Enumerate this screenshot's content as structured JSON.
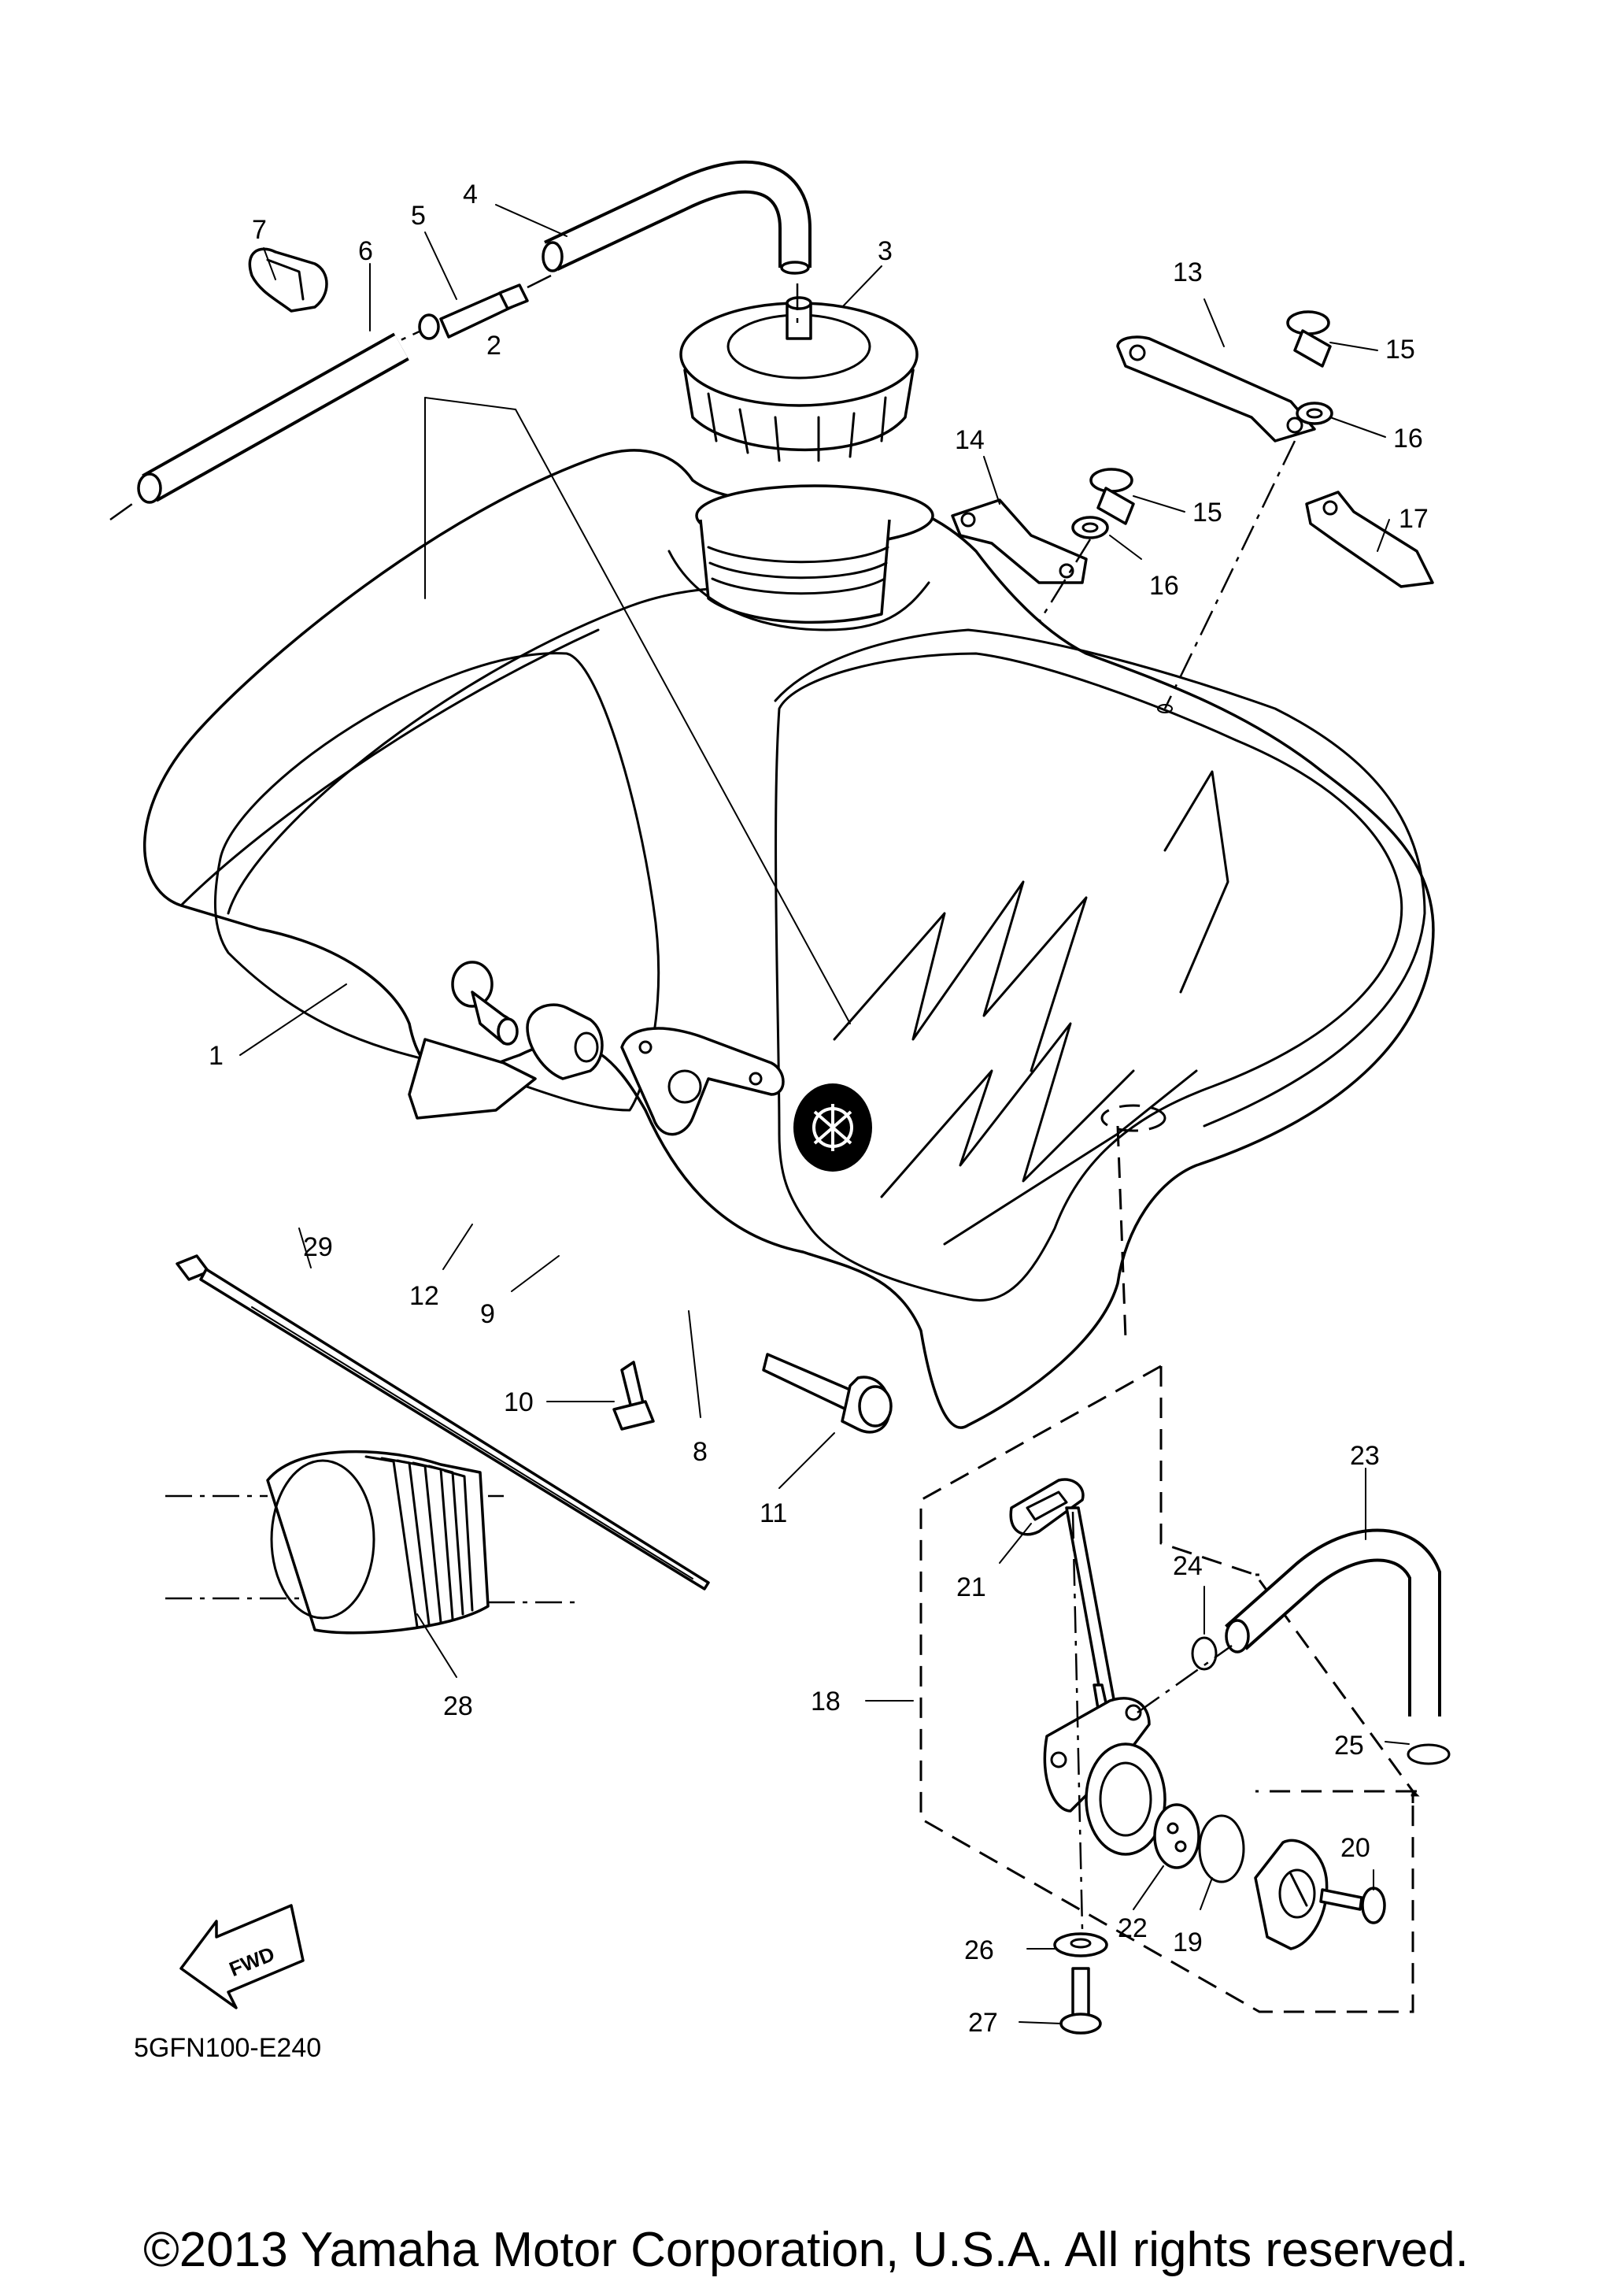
{
  "labels": {
    "p1": "1",
    "p2": "2",
    "p3": "3",
    "p4": "4",
    "p5": "5",
    "p6": "6",
    "p7": "7",
    "p8": "8",
    "p9": "9",
    "p10": "10",
    "p11": "11",
    "p12": "12",
    "p13": "13",
    "p14": "14",
    "p15a": "15",
    "p15b": "15",
    "p16a": "16",
    "p16b": "16",
    "p17": "17",
    "p18": "18",
    "p19": "19",
    "p20": "20",
    "p21": "21",
    "p22": "22",
    "p23": "23",
    "p24": "24",
    "p25": "25",
    "p26": "26",
    "p27": "27",
    "p28": "28",
    "p29": "29"
  },
  "fwd_label": "FWD",
  "ref_code": "5GFN100-E240",
  "copyright": "©2013 Yamaha Motor Corporation, U.S.A. All rights reserved."
}
